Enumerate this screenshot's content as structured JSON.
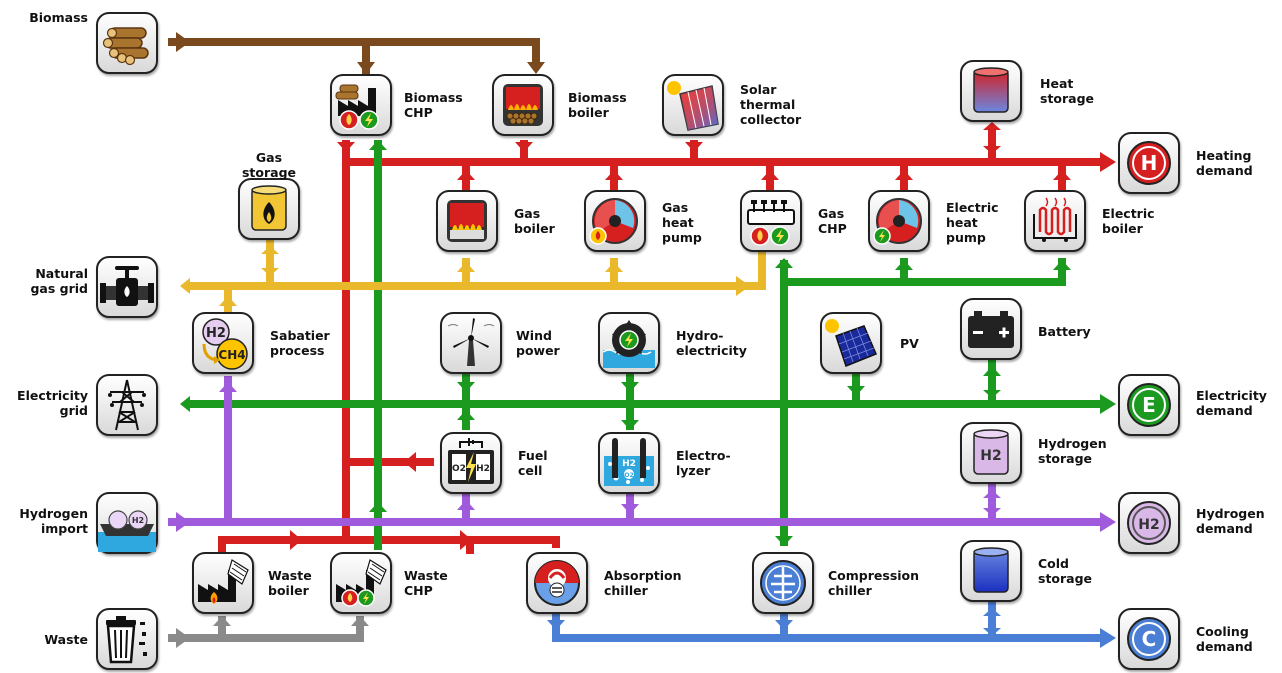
{
  "colors": {
    "biomass": "#7a4a1e",
    "heat": "#d62020",
    "electricity": "#1c9a20",
    "gas": "#e9b92b",
    "hydrogen": "#a05bdc",
    "cooling": "#4b7fd6",
    "waste": "#8a8a8a"
  },
  "labels": {
    "biomass": "Biomass",
    "biomass_chp": "Biomass\nCHP",
    "biomass_boiler": "Biomass\nboiler",
    "solar_thermal": "Solar\nthermal\ncollector",
    "heat_storage": "Heat\nstorage",
    "heating_demand": "Heating\ndemand",
    "gas_storage": "Gas\nstorage",
    "gas_boiler": "Gas\nboiler",
    "gas_heat_pump": "Gas\nheat\npump",
    "gas_chp": "Gas\nCHP",
    "electric_heat_pump": "Electric\nheat\npump",
    "electric_boiler": "Electric\nboiler",
    "natural_gas_grid": "Natural\ngas grid",
    "sabatier": "Sabatier\nprocess",
    "wind": "Wind\npower",
    "hydro": "Hydro-\nelectricity",
    "pv": "PV",
    "battery": "Battery",
    "electricity_grid": "Electricity\ngrid",
    "electricity_demand": "Electricity\ndemand",
    "fuel_cell": "Fuel\ncell",
    "electrolyzer": "Electro-\nlyzer",
    "hydrogen_storage": "Hydrogen\nstorage",
    "hydrogen_import": "Hydrogen\nimport",
    "hydrogen_demand": "Hydrogen\ndemand",
    "waste_boiler": "Waste\nboiler",
    "waste_chp": "Waste\nCHP",
    "absorption_chiller": "Absorption\nchiller",
    "compression_chiller": "Compression\nchiller",
    "cold_storage": "Cold\nstorage",
    "cooling_demand": "Cooling\ndemand",
    "waste": "Waste"
  },
  "icons": {
    "h2": "H2",
    "ch4": "CH4",
    "o2": "O2",
    "heat_letter": "H",
    "electricity_letter": "E",
    "cooling_letter": "C"
  }
}
